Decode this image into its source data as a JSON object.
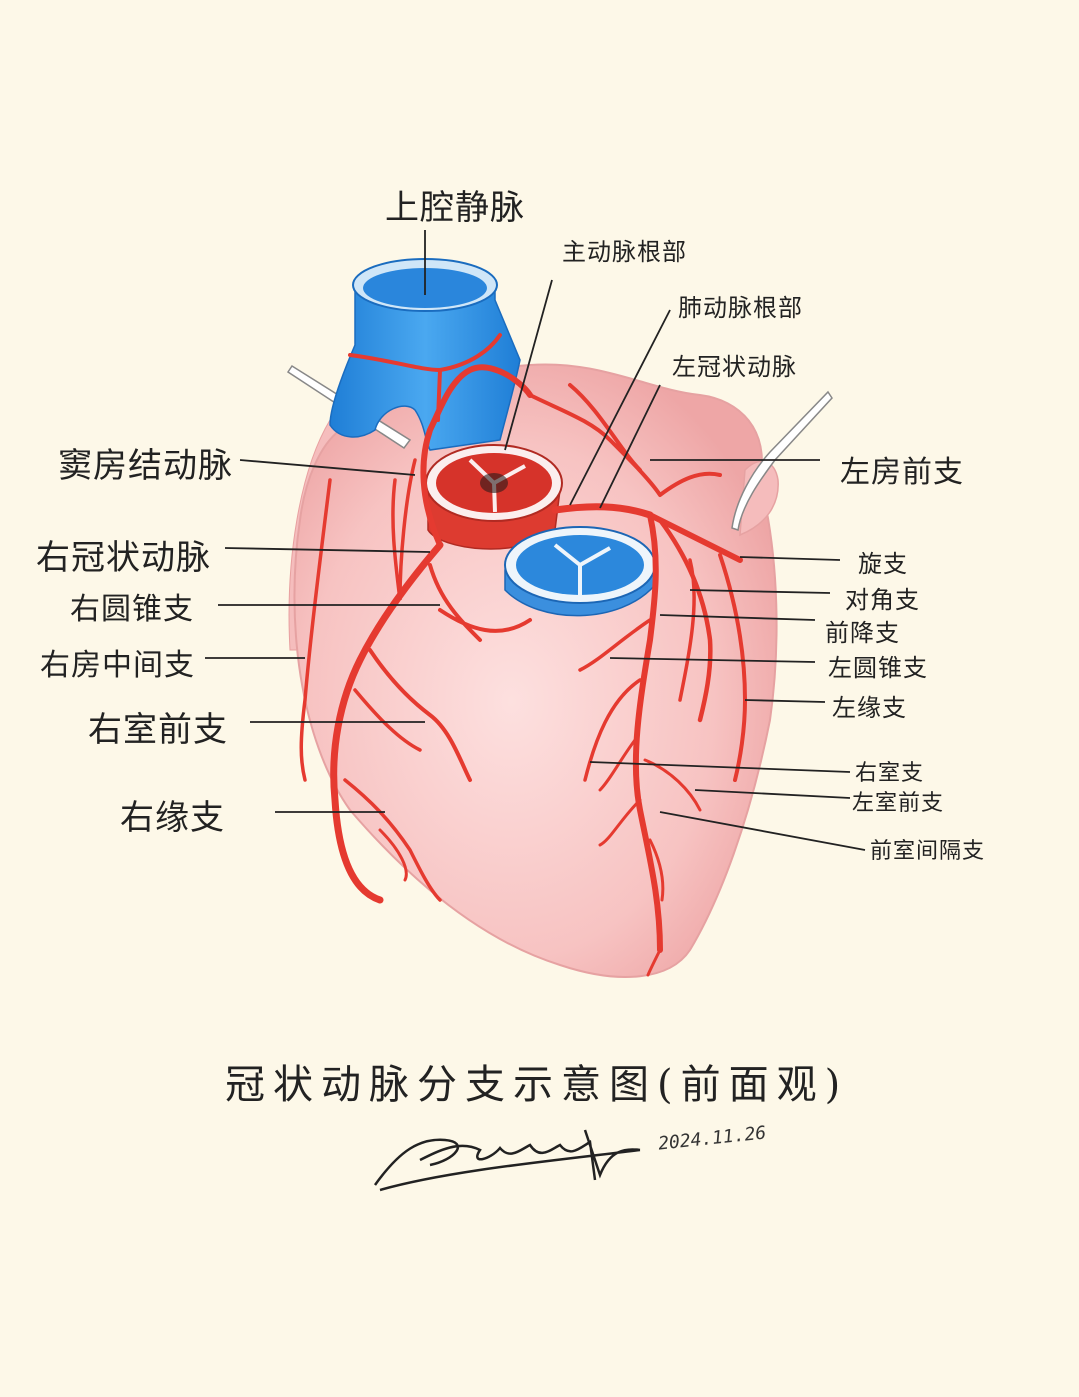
{
  "title": "冠状动脉分支示意图(前面观)",
  "date": "2024.11.26",
  "labels": {
    "svc": "上腔静脉",
    "aortic_root": "主动脉根部",
    "pulmonary_root": "肺动脉根部",
    "lca": "左冠状动脉",
    "sa_node": "窦房结动脉",
    "left_atrial_ant": "左房前支",
    "rca": "右冠状动脉",
    "circumflex": "旋支",
    "right_conus": "右圆锥支",
    "diagonal": "对角支",
    "lad": "前降支",
    "right_atrial_mid": "右房中间支",
    "left_conus": "左圆锥支",
    "left_marginal": "左缘支",
    "rv_anterior": "右室前支",
    "rv_branch": "右室支",
    "lv_anterior": "左室前支",
    "right_marginal": "右缘支",
    "septal": "前室间隔支"
  },
  "colors": {
    "background": "#fdf8e8",
    "heart": "#f7c4c4",
    "artery": "#e53a30",
    "vein": "#2e8ee0",
    "outline": "#222222"
  }
}
